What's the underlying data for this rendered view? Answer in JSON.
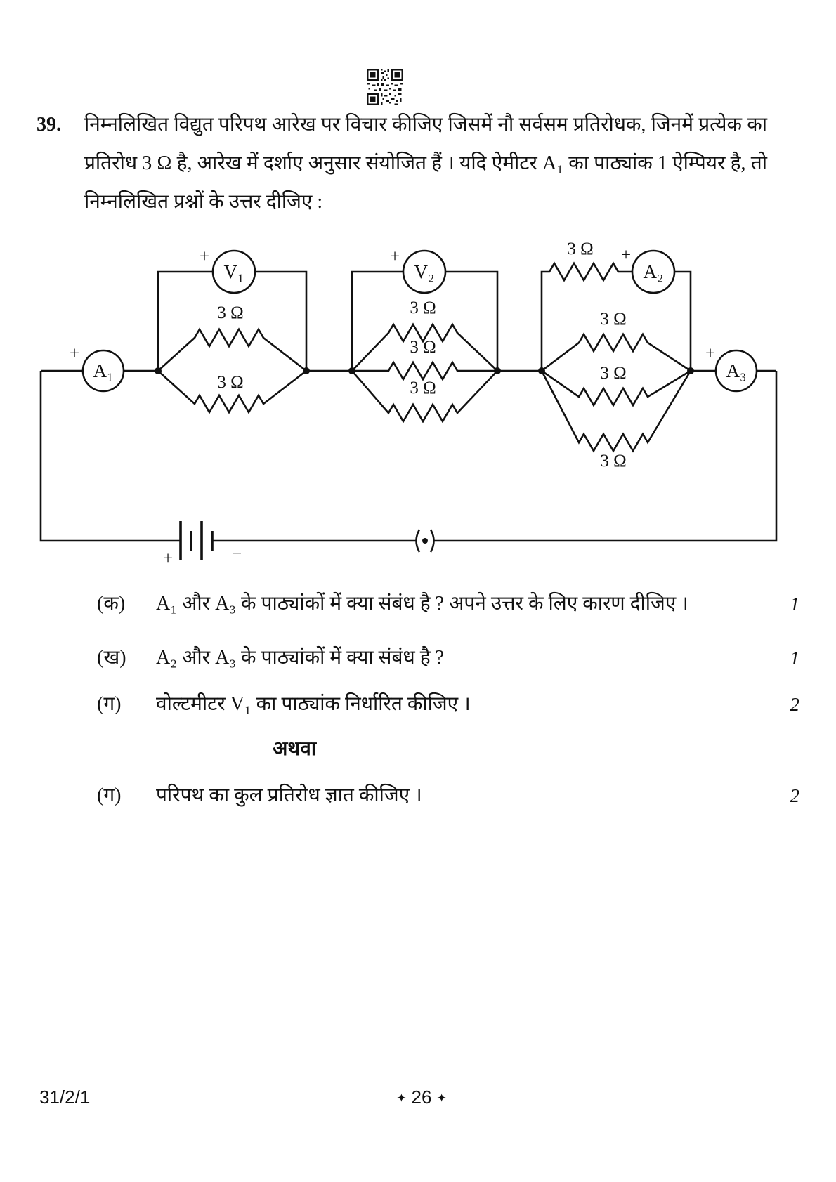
{
  "question": {
    "number": "39.",
    "intro": "निम्नलिखित विद्युत परिपथ आरेख पर विचार कीजिए जिसमें नौ सर्वसम प्रतिरोधक, जिनमें प्रत्येक का प्रतिरोध 3 Ω है, आरेख में दर्शाए अनुसार संयोजित हैं । यदि ऐमीटर A₁ का पाठ्यांक 1 ऐम्पियर है, तो निम्नलिखित प्रश्नों के उत्तर दीजिए :",
    "parts": [
      {
        "label": "(क)",
        "text": "A₁ और A₃ के पाठ्यांकों में क्या संबंध है ? अपने उत्तर के लिए कारण दीजिए ।",
        "marks": "1"
      },
      {
        "label": "(ख)",
        "text": "A₂ और A₃ के पाठ्यांकों में क्या संबंध है ?",
        "marks": "1"
      },
      {
        "label": "(ग)",
        "text": "वोल्टमीटर V₁ का पाठ्यांक निर्धारित कीजिए ।",
        "marks": "2"
      }
    ],
    "or_label": "अथवा",
    "alt_parts": [
      {
        "label": "(ग)",
        "text": "परिपथ का कुल प्रतिरोध ज्ञात कीजिए ।",
        "marks": "2"
      }
    ]
  },
  "circuit": {
    "ammeter_1": "A₁",
    "ammeter_2": "A₂",
    "ammeter_3": "A₃",
    "voltmeter_1": "V₁",
    "voltmeter_2": "V₂",
    "resistor_label": "3 Ω",
    "plus": "+",
    "minus": "−"
  },
  "footer": {
    "paper_code": "31/2/1",
    "page_number": "26",
    "ornament": "✦"
  }
}
